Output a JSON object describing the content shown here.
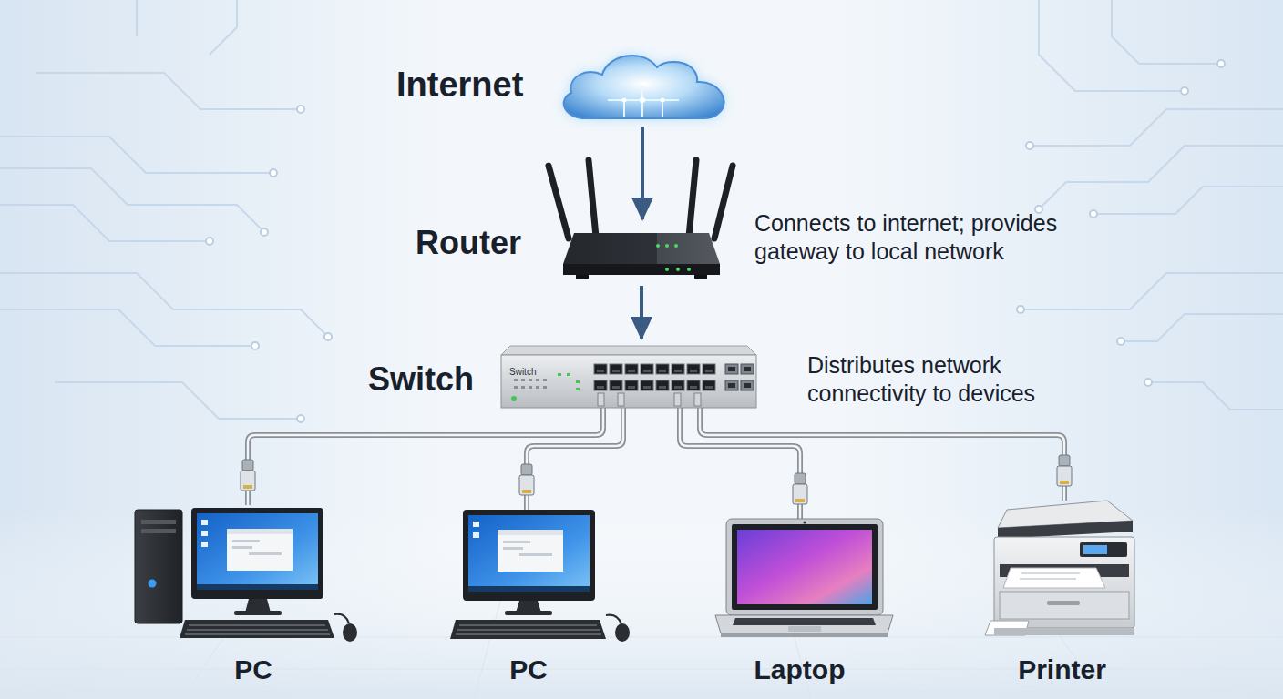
{
  "diagram": {
    "nodes": [
      {
        "text": [
          "Internet"
        ]
      },
      {
        "text": [
          "Router",
          "Connects to internet; provides gateway to local network"
        ]
      },
      {
        "text": [
          "Switch",
          "Distributes network connectivity to devices"
        ]
      },
      {
        "text": [
          "PC"
        ]
      },
      {
        "text": [
          "PC"
        ]
      },
      {
        "text": [
          "Laptop"
        ]
      },
      {
        "text": [
          "Printer"
        ]
      }
    ],
    "edges": [
      {
        "from": 0,
        "to": 1,
        "arrow": "to"
      },
      {
        "from": 1,
        "to": 2,
        "arrow": "to"
      },
      {
        "from": 2,
        "to": 3,
        "arrow": "none"
      },
      {
        "from": 2,
        "to": 4,
        "arrow": "none"
      },
      {
        "from": 2,
        "to": 5,
        "arrow": "none"
      },
      {
        "from": 2,
        "to": 6,
        "arrow": "none"
      }
    ],
    "labels": [
      "Switch"
    ]
  }
}
